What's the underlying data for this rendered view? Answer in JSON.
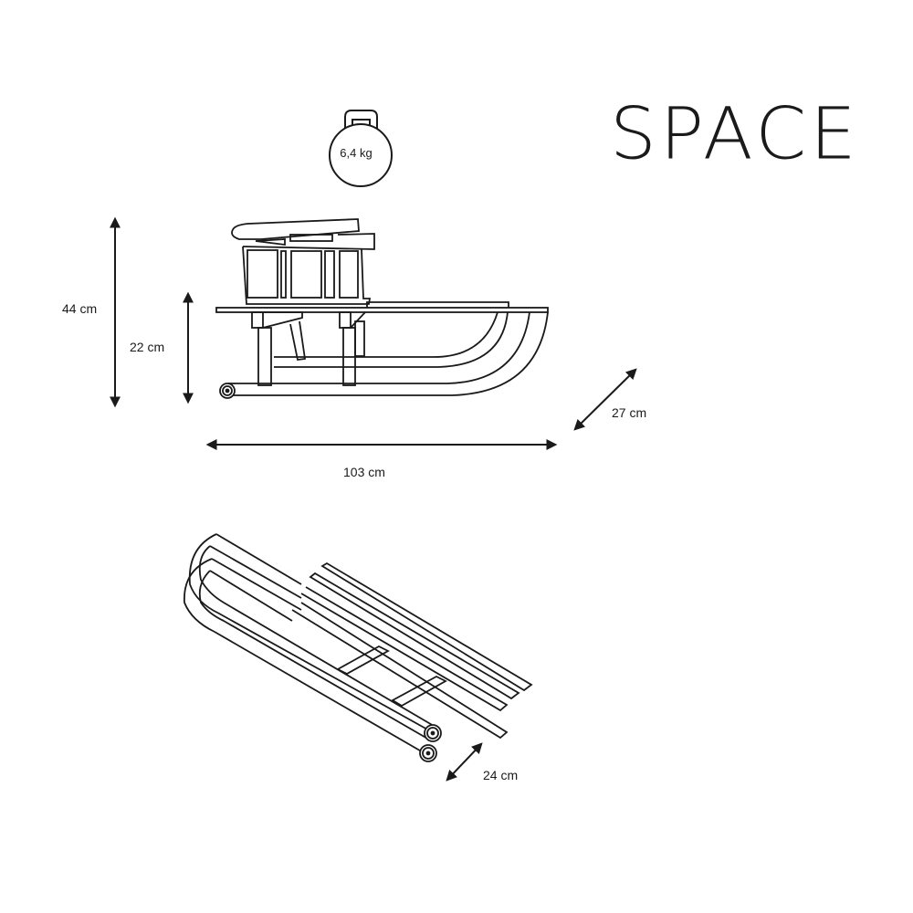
{
  "brand": "SPACE",
  "weight": "6,4 kg",
  "dimensions": {
    "total_height": "44 cm",
    "seat_height": "22 cm",
    "length": "103 cm",
    "width": "27 cm",
    "runner_width": "24 cm"
  },
  "icons": {
    "weight": "kettlebell-icon"
  },
  "colors": {
    "line": "#1a1a1a",
    "background": "#ffffff"
  }
}
